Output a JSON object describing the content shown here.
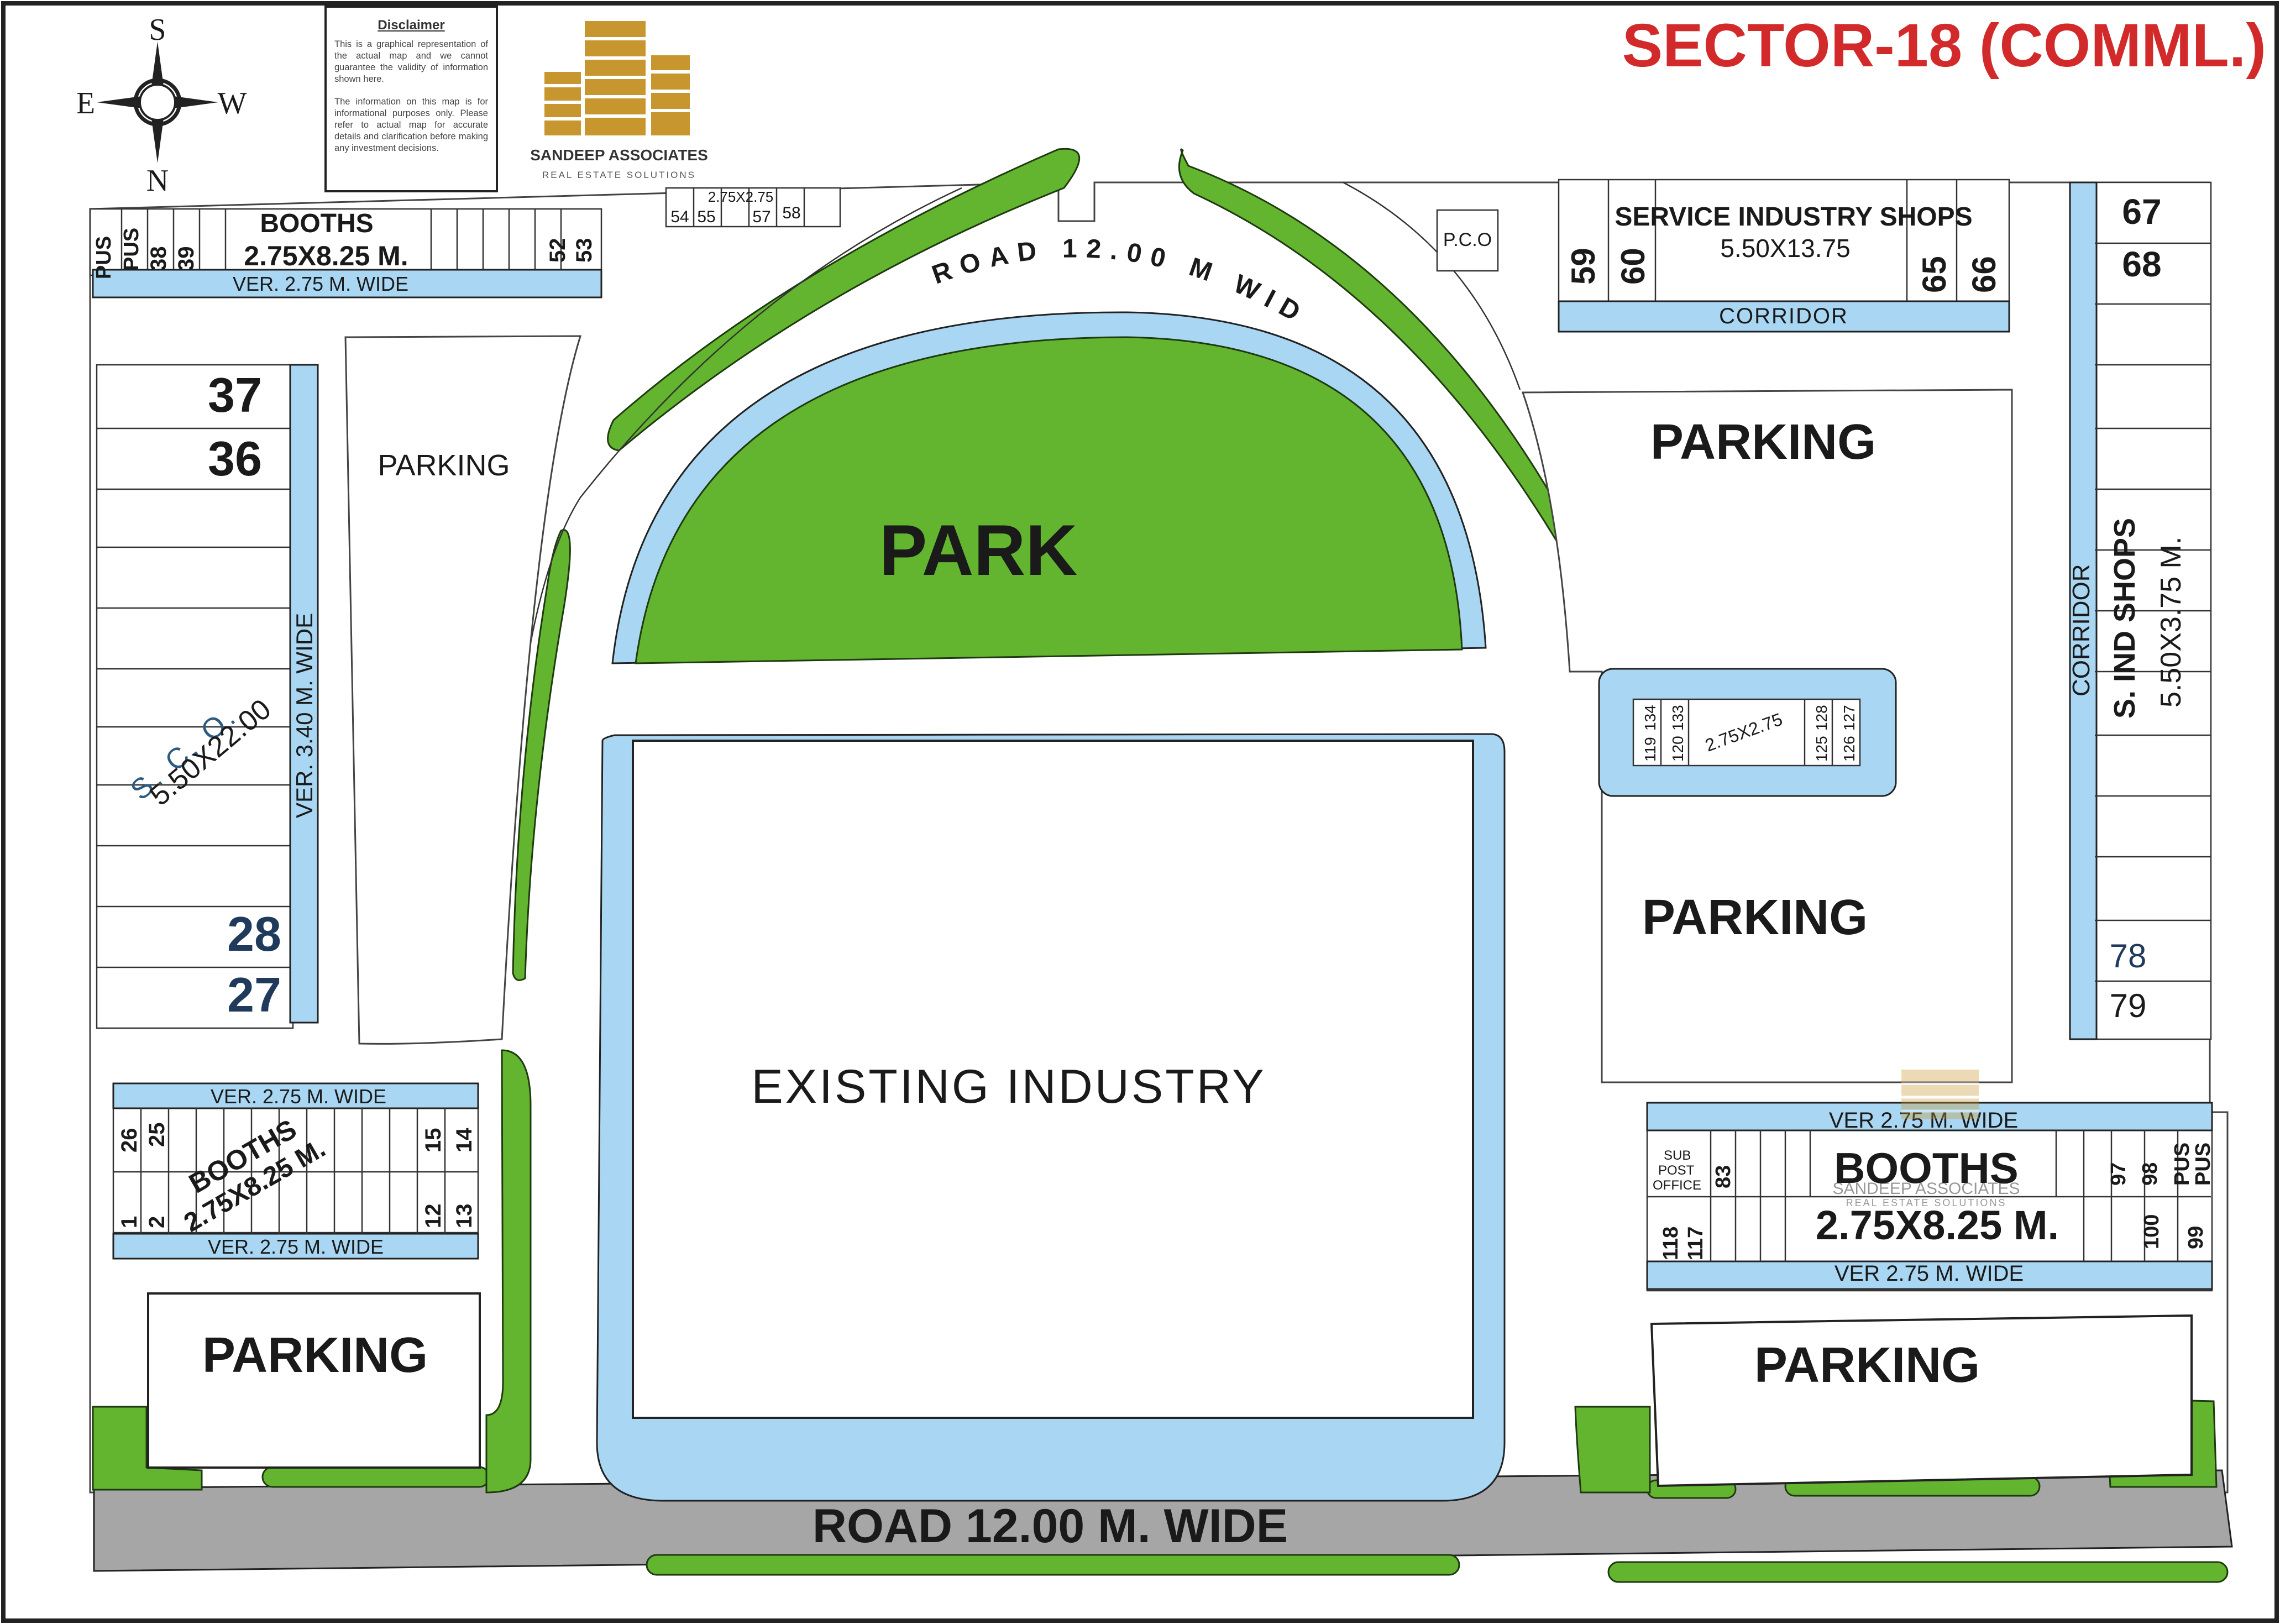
{
  "title": "SECTOR-18 (COMML.)",
  "colors": {
    "title": "#d22a2a",
    "green": "#63b52f",
    "blue": "#a9d7f3",
    "road": "#a6a6a6",
    "gold": "#c8962e"
  },
  "compass": {
    "top": "S",
    "bottom": "N",
    "left": "E",
    "right": "W"
  },
  "disclaimer": {
    "heading": "Disclaimer",
    "para1": "This is a graphical representation of the actual map and we cannot guarantee the validity of information shown here.",
    "para2": "The information on this map is for informational purposes only. Please refer to actual map for accurate details and clarification before making any investment decisions."
  },
  "logo": {
    "name": "SANDEEP ASSOCIATES",
    "tagline": "REAL ESTATE SOLUTIONS"
  },
  "labels": {
    "road_top": "ROAD 12.00 M WIDE",
    "road_bottom": "ROAD 12.00 M. WIDE",
    "park": "PARK",
    "industry": "EXISTING INDUSTRY",
    "parking": "PARKING",
    "booths": "BOOTHS",
    "booth_size": "2.75X8.25 M.",
    "ver275": "VER. 2.75 M. WIDE",
    "ver275_alt": "VER 2.75 M. WIDE",
    "ver340": "VER. 3.40 M. WIDE",
    "sco": "S. C. O.",
    "sco_size": "5.50X22.00",
    "service_shops": "SERVICE INDUSTRY SHOPS",
    "service_size": "5.50X13.75",
    "corridor": "CORRIDOR",
    "sind_shops": "S. IND SHOPS",
    "sind_size": "5.50X3.75 M.",
    "small_booth_size": "2.75X2.75",
    "pco": "P.C.O",
    "pus": "PUS",
    "sub_post_1": "SUB",
    "sub_post_2": "POST",
    "sub_post_3": "OFFICE"
  },
  "plot_numbers": {
    "top_left_booths": [
      "38",
      "39",
      "52",
      "53"
    ],
    "top_small_booths": [
      "54",
      "55",
      "57",
      "58"
    ],
    "sco": [
      "37",
      "36",
      "28",
      "27"
    ],
    "left_booths_top": [
      "26",
      "25",
      "15",
      "14"
    ],
    "left_booths_bottom": [
      "1",
      "2",
      "12",
      "13"
    ],
    "service_shops": [
      "59",
      "60",
      "65",
      "66"
    ],
    "right_shops": [
      "67",
      "68",
      "78",
      "79"
    ],
    "center_small_booths": [
      "119",
      "134",
      "120",
      "133",
      "125",
      "128",
      "126",
      "127"
    ],
    "right_booths_top": [
      "83",
      "97",
      "98"
    ],
    "right_booths_bottom": [
      "118",
      "117",
      "100",
      "99"
    ]
  }
}
